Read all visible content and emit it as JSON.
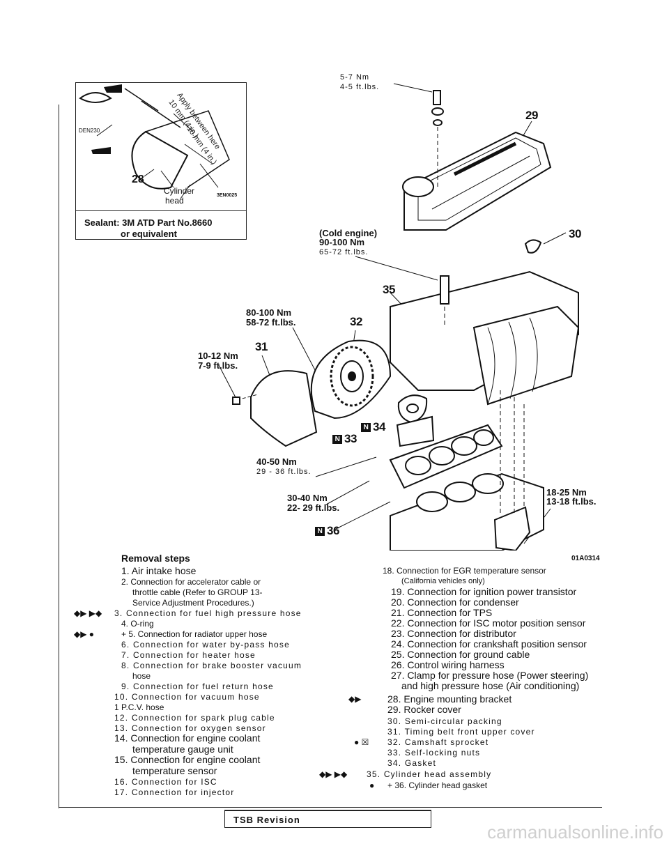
{
  "inset": {
    "part_code": "DEN230",
    "apply_text": "Apply between here",
    "dim1": "10 mm (4 in.)",
    "dim2": "10 mm (4 in.)",
    "callout": "28",
    "cyl_line1": "Cylinder",
    "cyl_line2": "head",
    "fig_code": "3EN0025",
    "sealant": "Sealant: 3M ATD Part No.8660",
    "equivalent": "or equivalent"
  },
  "torques": {
    "t1_nm": "5-7 Nm",
    "t1_ft": "4-5 ft.lbs.",
    "t2_head": "(Cold engine)",
    "t2_nm": "90-100 Nm",
    "t2_ft": "65-72 ft.lbs.",
    "t3_nm": "80-100 Nm",
    "t3_ft": "58-72 ft.lbs.",
    "t4_nm": "10-12 Nm",
    "t4_ft": "7-9 ft.lbs.",
    "t5_nm": "40-50 Nm",
    "t5_ft": "29 - 36 ft.lbs.",
    "t6_nm": "30-40 Nm",
    "t6_ft": "22- 29 ft.lbs.",
    "t7_nm": "18-25 Nm",
    "t7_ft": "13-18 ft.lbs."
  },
  "callouts": {
    "c29": "29",
    "c30": "30",
    "c35": "35",
    "c32": "32",
    "c31": "31",
    "c34": "34",
    "c33": "33",
    "c36": "36",
    "n_badge": "N"
  },
  "figure_code": "01A0314",
  "removal_title": "Removal steps",
  "steps_left": [
    "1. Air intake hose",
    "2. Connection for accelerator cable or",
    "throttle cable (Refer to GROUP 13-",
    "Service Adjustment Procedures.)",
    "3. Connection for fuel high pressure hose",
    "4. O-ring",
    "+ 5. Connection for radiator upper hose",
    "6. Connection for water by-pass hose",
    "7. Connection for heater hose",
    "8. Connection for brake booster vacuum",
    "hose",
    "9. Connection for fuel return hose",
    "10. Connection for vacuum hose",
    "1 P.C.V. hose",
    "12. Connection for spark plug cable",
    "13. Connection for oxygen sensor",
    "14. Connection for engine coolant",
    "temperature gauge unit",
    "15. Connection for engine coolant",
    "temperature sensor",
    "16. Connection for ISC",
    "17. Connection for injector"
  ],
  "steps_right": [
    "18. Connection for EGR temperature sensor",
    "(California vehicles only)",
    "19. Connection for ignition power transistor",
    "20. Connection for condenser",
    "21. Connection for TPS",
    "22. Connection for ISC motor position sensor",
    "23. Connection for distributor",
    "24. Connection for crankshaft position sensor",
    "25. Connection for ground cable",
    "26. Control wiring harness",
    "27. Clamp for pressure hose (Power steering)",
    "and high pressure hose (Air conditioning)",
    "28. Engine mounting bracket",
    "29. Rocker cover",
    "30. Semi-circular packing",
    "31. Timing belt front upper cover",
    "32. Camshaft sprocket",
    "33. Self-locking nuts",
    "34. Gasket",
    "35. Cylinder head assembly",
    "+ 36. Cylinder head gasket"
  ],
  "marks": {
    "m3": "◆▶ ▶◆",
    "m5": "◆▶   ●",
    "m28": "◆▶",
    "m32": "● ☒",
    "m35": "◆▶ ▶◆",
    "m36": "●"
  },
  "tsb": "TSB Revision",
  "watermark": "carmanualsonline.info"
}
